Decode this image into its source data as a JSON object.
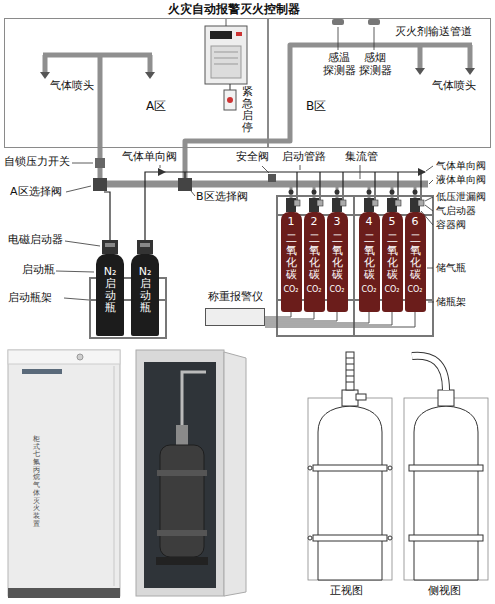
{
  "diagram": {
    "nodes": [
      {
        "text": [
          "A区"
        ]
      },
      {
        "text": [
          "B区"
        ]
      },
      {
        "text": [
          "N₂启动瓶"
        ]
      },
      {
        "text": [
          "N₂启动瓶"
        ]
      },
      {
        "text": [
          "1",
          "二氧化碳",
          "CO₂"
        ]
      },
      {
        "text": [
          "2",
          "二氧化碳",
          "CO₂"
        ]
      },
      {
        "text": [
          "3",
          "二氧化碳",
          "CO₂"
        ]
      },
      {
        "text": [
          "4",
          "二氧化碳",
          "CO₂"
        ]
      },
      {
        "text": [
          "5",
          "二氧化碳",
          "CO₂"
        ]
      },
      {
        "text": [
          "6",
          "二氧化碳",
          "CO₂"
        ]
      },
      {
        "text": [
          "称重报警仪"
        ]
      }
    ],
    "edges": [
      {
        "from": 10,
        "to": 4,
        "arrow": "none"
      },
      {
        "from": 10,
        "to": 5,
        "arrow": "none"
      },
      {
        "from": 10,
        "to": 6,
        "arrow": "none"
      },
      {
        "from": 10,
        "to": 7,
        "arrow": "none"
      },
      {
        "from": 10,
        "to": 8,
        "arrow": "none"
      },
      {
        "from": 10,
        "to": 9,
        "arrow": "none"
      }
    ],
    "labels": [
      "火灾自动报警灭火控制器",
      "灭火剂输送管道",
      "感温 探测器",
      "感烟 探测器",
      "气体喷头",
      "气体喷头",
      "紧急启停",
      "自锁压力开关",
      "气体单向阀",
      "启动管路",
      "集流管",
      "安全阀",
      "气体单向阀",
      "液体单向阀",
      "A区选择阀",
      "B区选择阀",
      "低压泄漏阀",
      "气启动器",
      "容器阀",
      "电磁启动器",
      "储气瓶",
      "启动瓶",
      "启动瓶架",
      "储瓶架",
      "柜式七氟丙烷气体灭火装置",
      "正视图",
      "侧视图"
    ]
  }
}
